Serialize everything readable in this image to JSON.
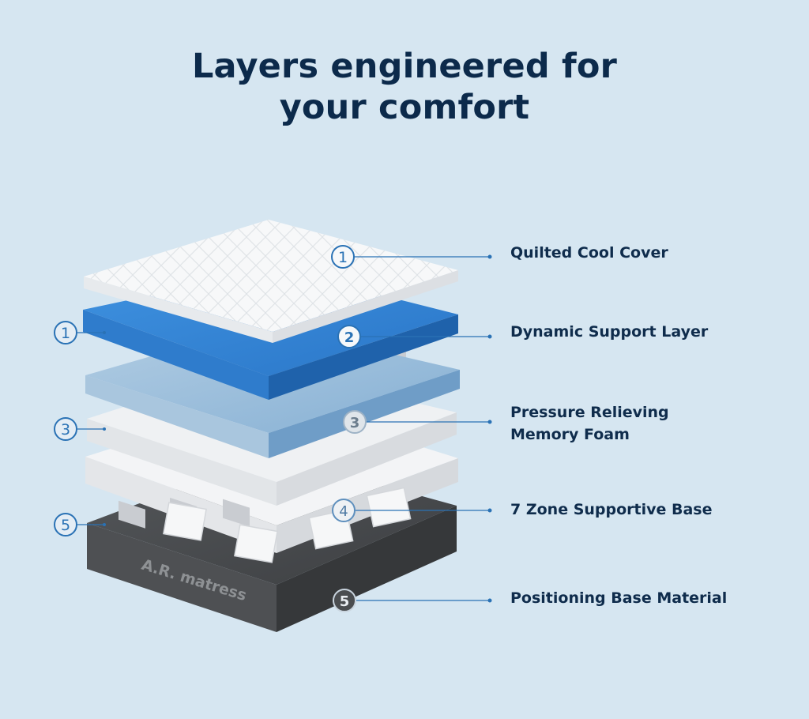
{
  "title": {
    "line1": "Layers engineered for",
    "line2": "your comfort"
  },
  "brand_mark": "A.R. matress",
  "layers": [
    {
      "label": "Quilted Cool Cover",
      "number": "1"
    },
    {
      "label": "Dynamic Support Layer",
      "number": "2"
    },
    {
      "label_line1": "Pressure Relieving",
      "label_line2": "Memory Foam",
      "number": "3"
    },
    {
      "label": "7 Zone Supportive Base",
      "number": "4"
    },
    {
      "label": "Positioning Base Material",
      "number": "5"
    }
  ],
  "left_markers": [
    "1",
    "3",
    "5"
  ],
  "colors": {
    "background": "#d6e6f1",
    "title_text": "#0c2a4b",
    "marker_blue": "#2a72b5",
    "cover_white": "#f6f7f8",
    "support_blue": "#2f7fd0",
    "light_blue_layer": "#8eb6d6",
    "memory_foam": "#eceeef",
    "zone_base": "#f2f3f5",
    "dark_base": "#4d4f52"
  }
}
